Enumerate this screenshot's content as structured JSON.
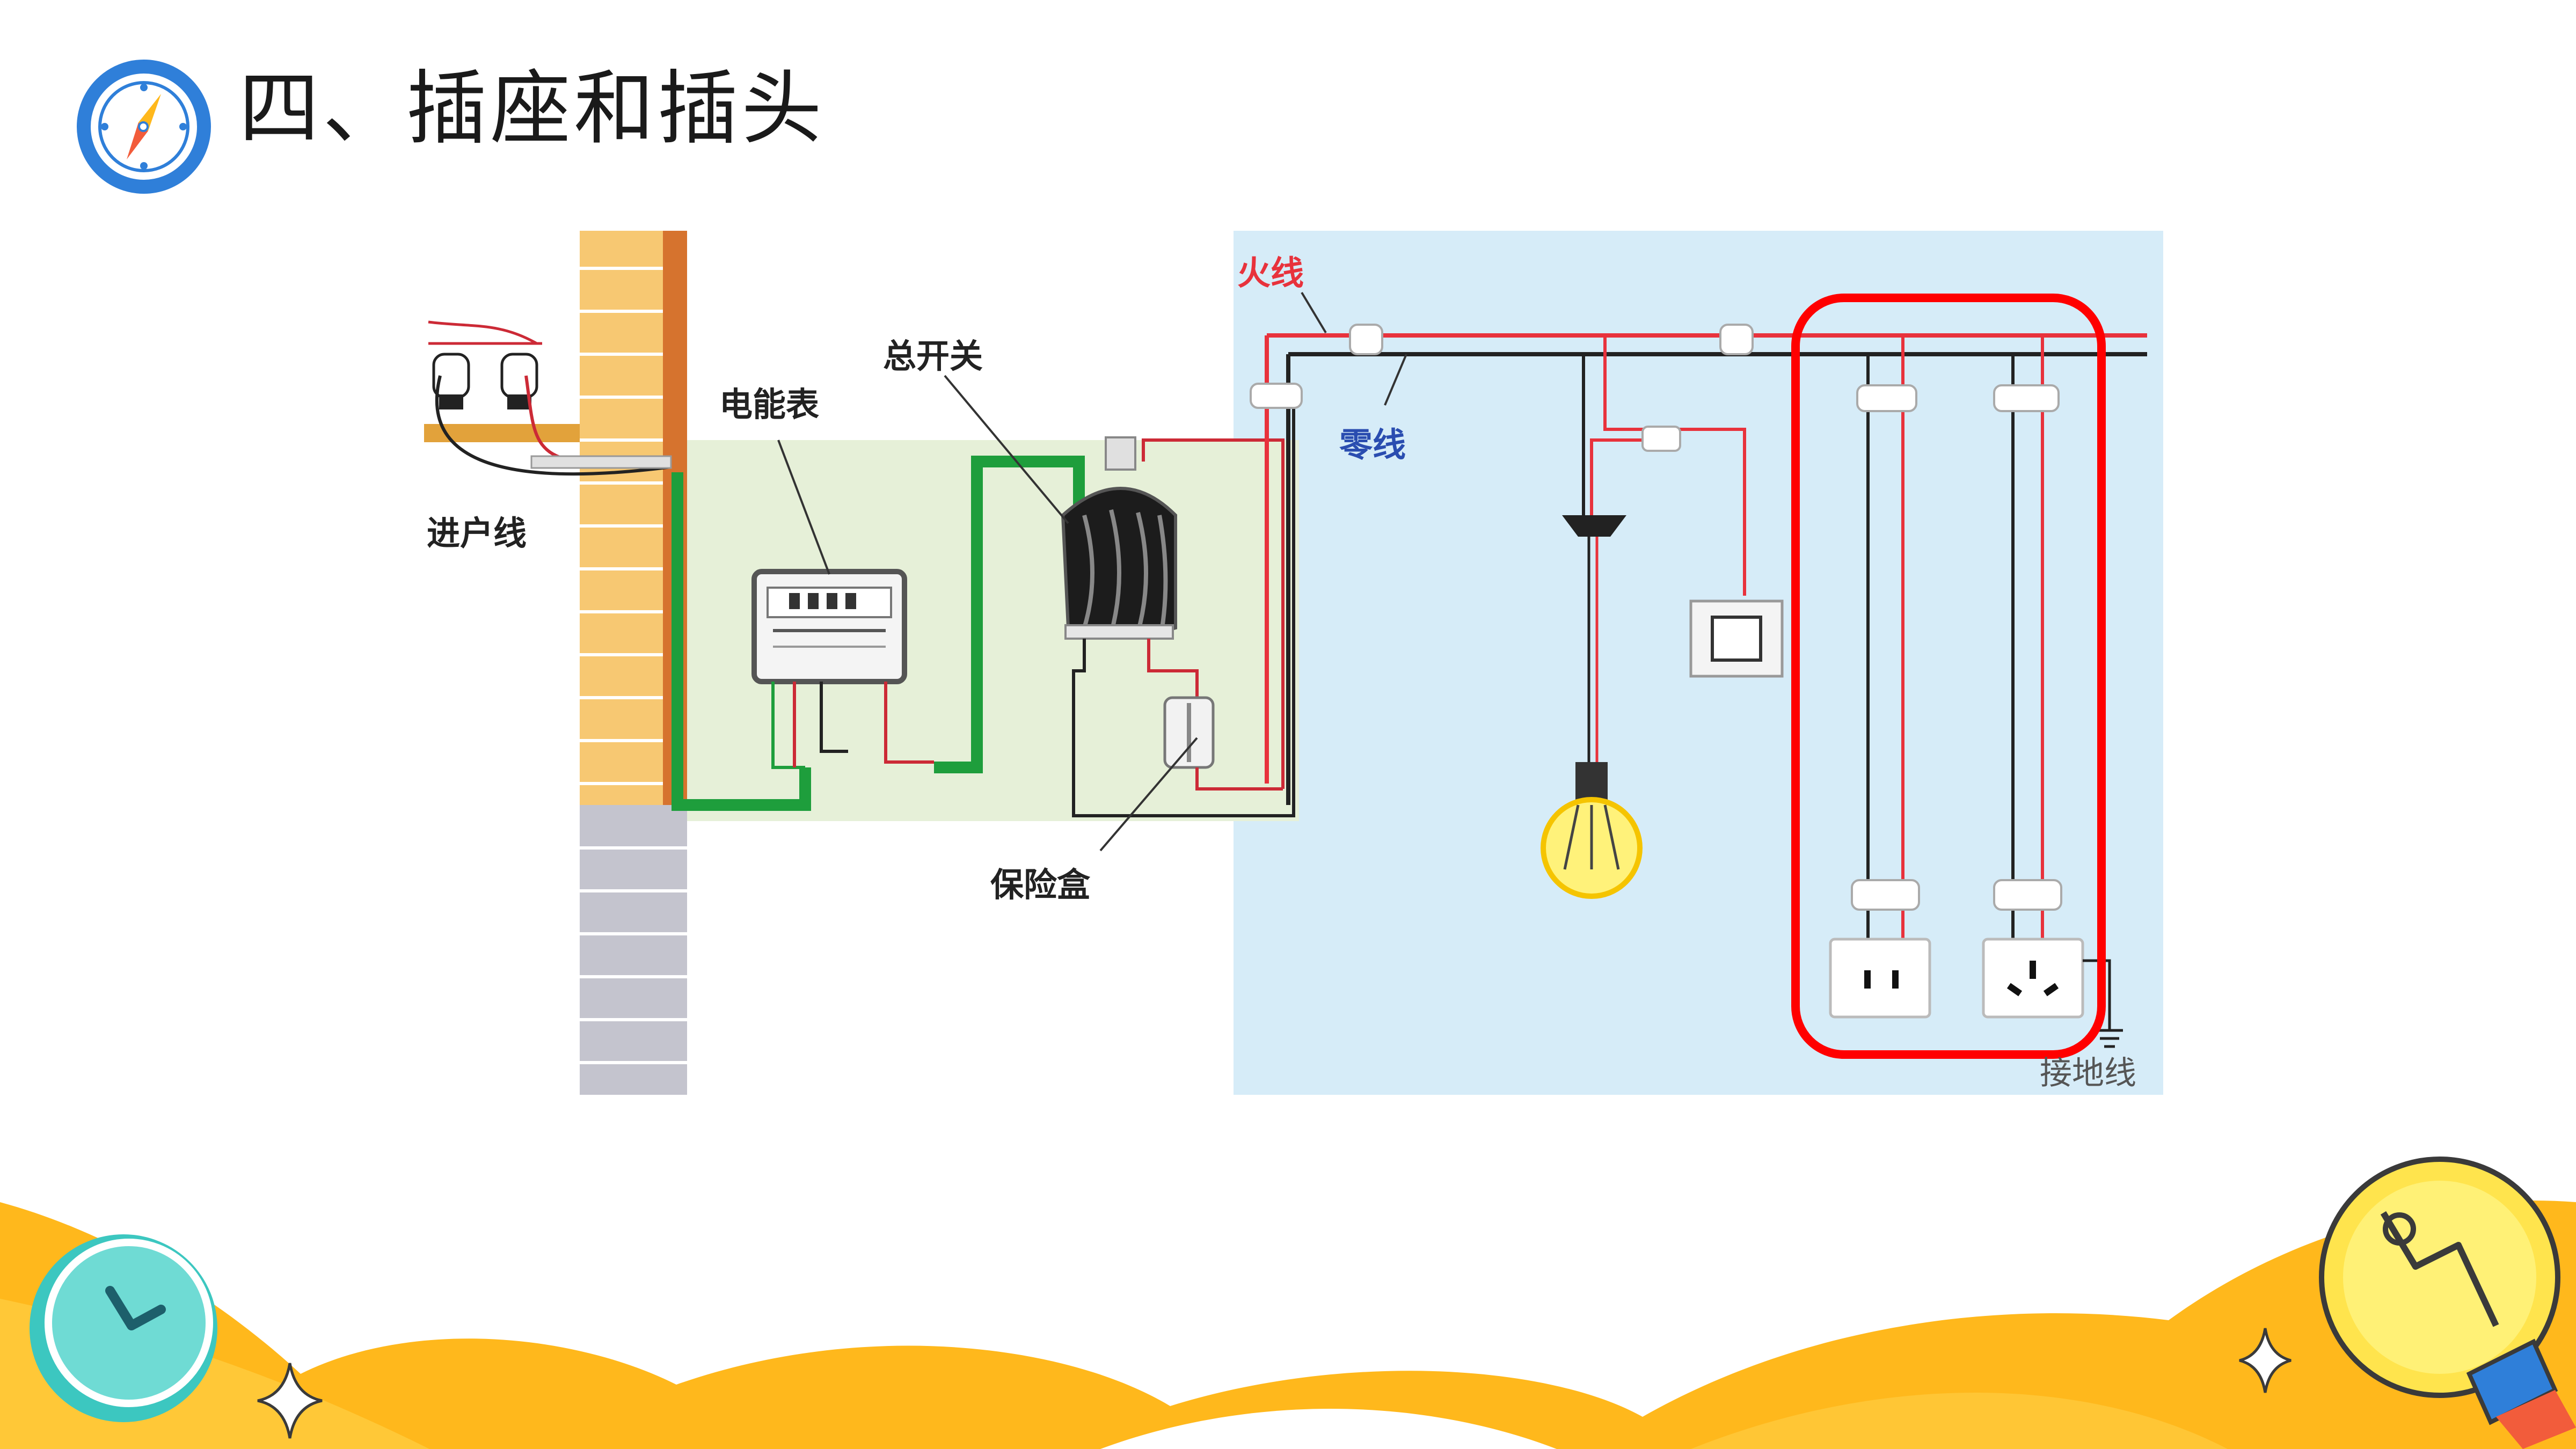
{
  "slide": {
    "title": "四、插座和插头"
  },
  "diagram": {
    "labels": {
      "incoming_line": "进户线",
      "meter": "电能表",
      "main_switch": "总开关",
      "fuse_box": "保险盒",
      "live_wire": "火线",
      "neutral_wire": "零线",
      "ground_wire": "接地线"
    }
  },
  "colors": {
    "live": "#e8323c",
    "neutral": "#222222",
    "ground": "#1e9e3c",
    "highlight": "#ff0000",
    "accent_orange": "#ffb81c",
    "compass_blue": "#2f7fd9",
    "clock_teal": "#3cc7c0"
  },
  "icons": [
    "compass-icon",
    "clock-icon",
    "lightbulb-icon",
    "sparkle-icon"
  ]
}
